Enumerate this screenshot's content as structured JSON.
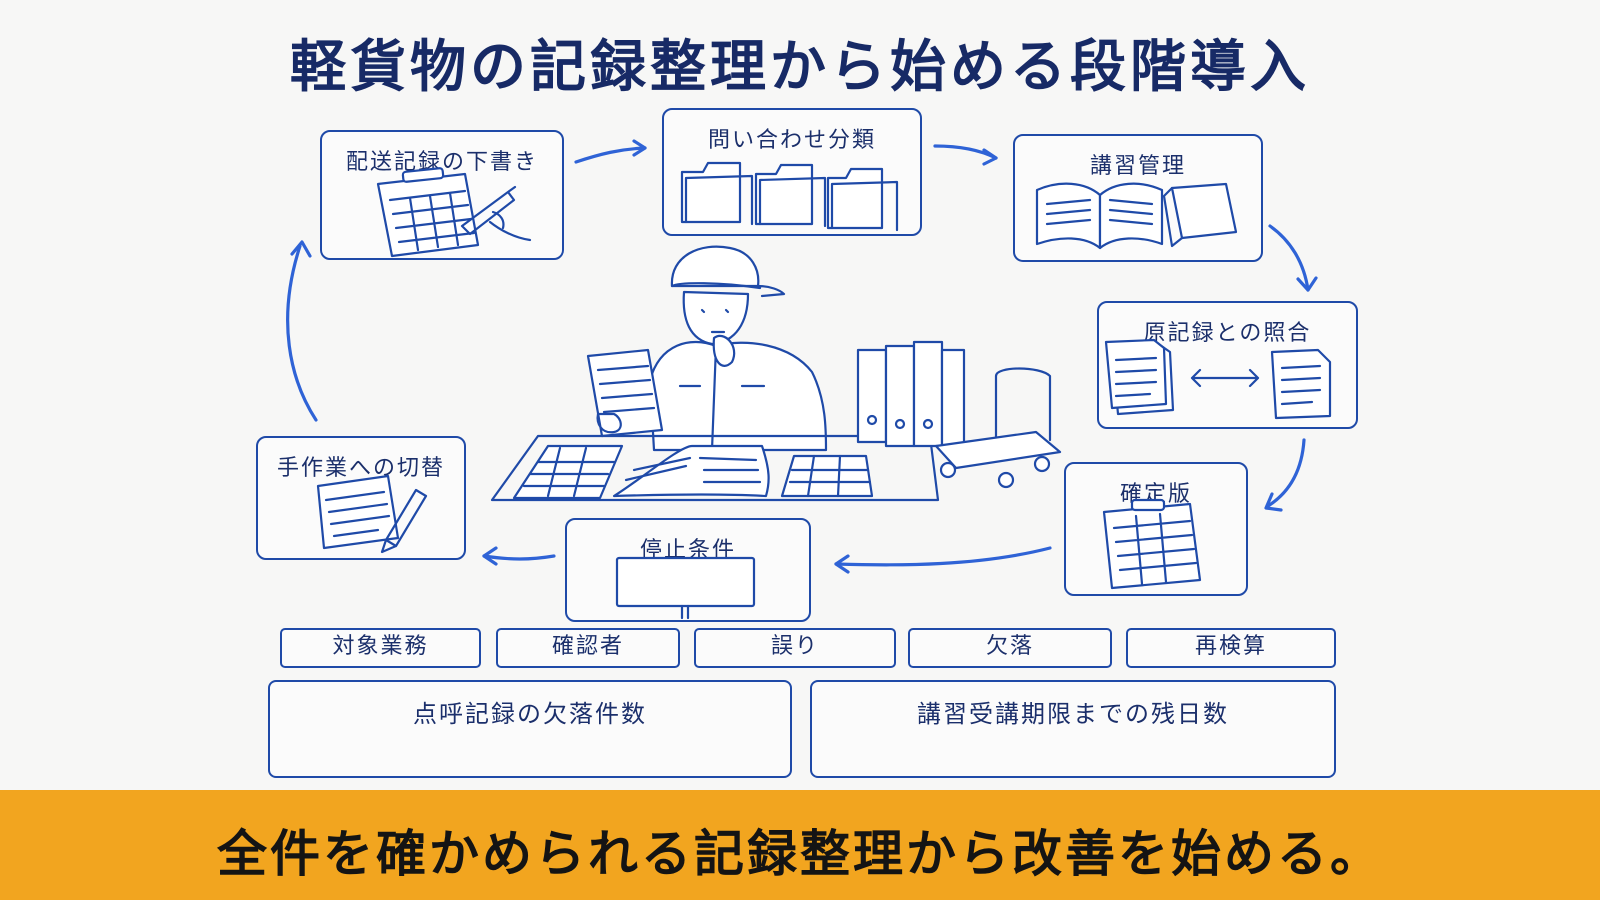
{
  "title": "軽貨物の記録整理から始める段階導入",
  "steps": [
    {
      "label": "配送記録の下書き"
    },
    {
      "label": "問い合わせ分類"
    },
    {
      "label": "講習管理"
    },
    {
      "label": "原記録との照合"
    },
    {
      "label": "確定版"
    },
    {
      "label": "停止条件"
    },
    {
      "label": "手作業への切替"
    }
  ],
  "attributes": [
    "対象業務",
    "確認者",
    "誤り",
    "欠落",
    "再検算"
  ],
  "metrics": [
    "点呼記録の欠落件数",
    "講習受講期限までの残日数"
  ],
  "banner": "全件を確かめられる記録整理から改善を始める。",
  "colors": {
    "accent": "#1f4aa8",
    "arrow": "#2f63d6",
    "banner": "#f2a51f"
  }
}
